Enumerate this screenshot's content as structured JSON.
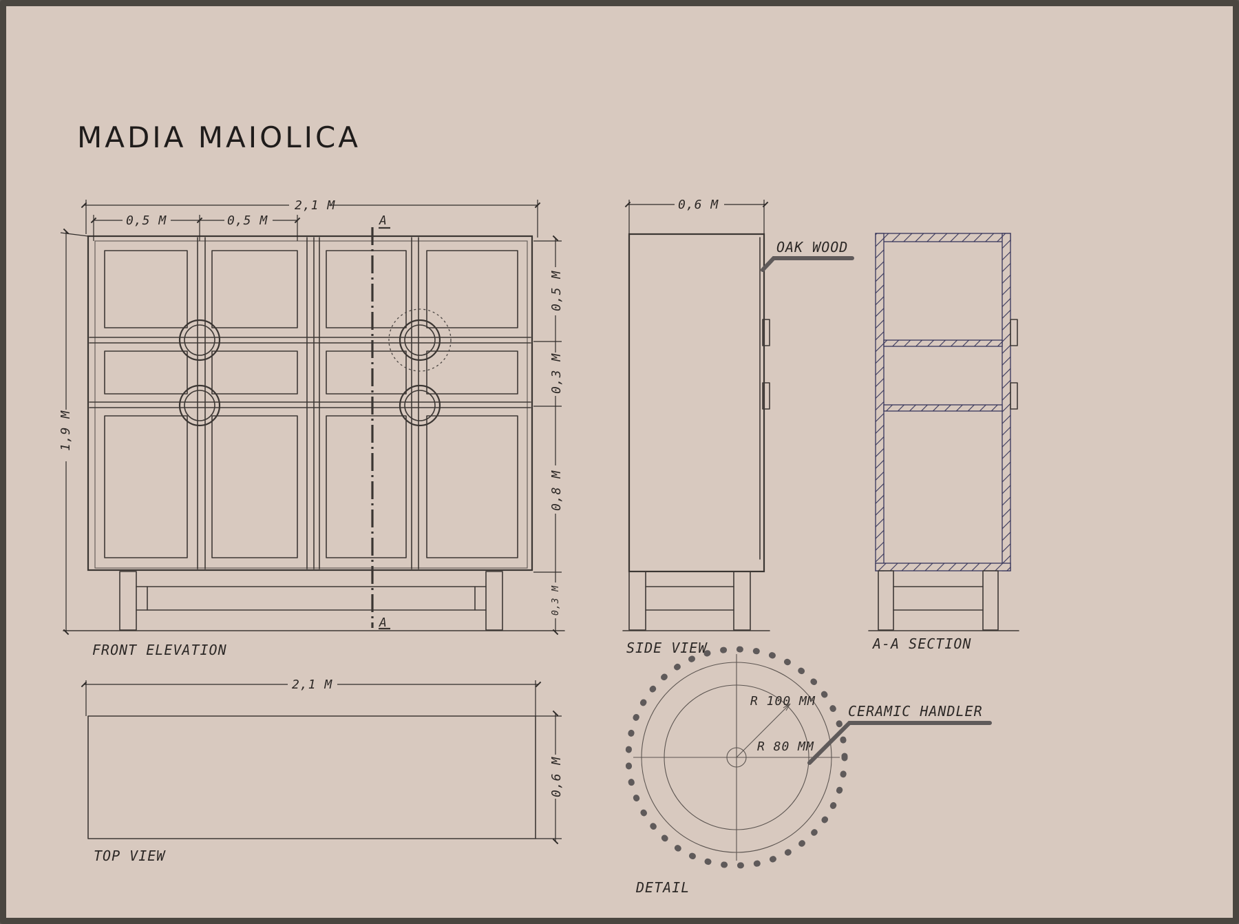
{
  "title": "MADIA MAIOLICA",
  "front_elevation": {
    "caption": "FRONT ELEVATION",
    "dim_width": "2,1 M",
    "dim_col1": "0,5 M",
    "dim_col2": "0,5 M",
    "dim_height": "1,9 M",
    "dim_upper": "0,5 M",
    "dim_middle": "0,3 M",
    "dim_lower": "0,8 M",
    "dim_base": "0,3 M",
    "section_mark_top": "A",
    "section_mark_bottom": "A"
  },
  "side_view": {
    "caption": "SIDE VIEW",
    "dim_depth": "0,6 M",
    "material_note": "OAK WOOD"
  },
  "section_view": {
    "caption": "A-A SECTION"
  },
  "top_view": {
    "caption": "TOP VIEW",
    "dim_width": "2,1 M",
    "dim_depth": "0,6 M"
  },
  "detail": {
    "caption": "DETAIL",
    "radius_outer": "R 100 MM",
    "radius_inner": "R 80 MM",
    "part_note": "CERAMIC HANDLER"
  },
  "colors": {
    "paper": "#d8c9bf",
    "ink": "#3d3835",
    "frame": "#4a4640",
    "hatch": "#36355a"
  }
}
